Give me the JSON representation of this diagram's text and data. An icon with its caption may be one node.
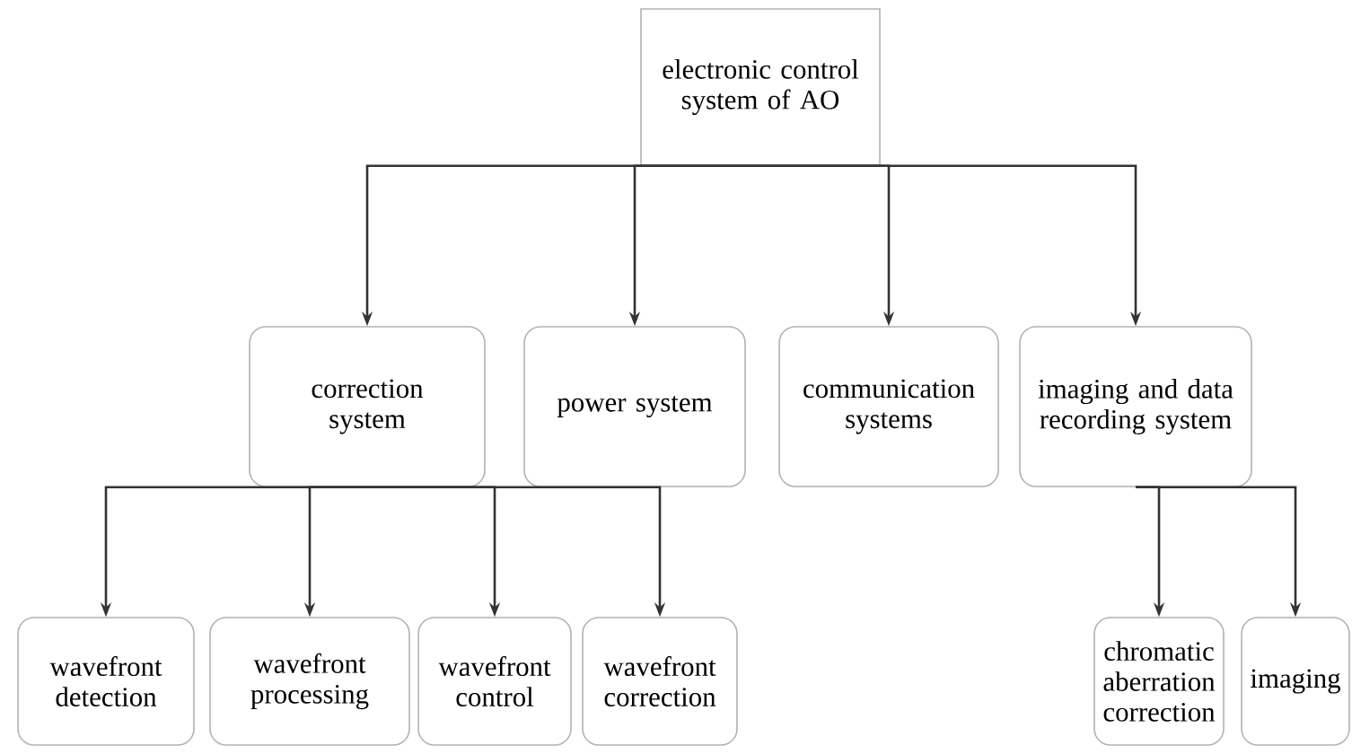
{
  "diagram": {
    "nodes": [
      {
        "text": [
          "electronic control system of AO"
        ]
      },
      {
        "text": [
          "correction system"
        ]
      },
      {
        "text": [
          "power system"
        ]
      },
      {
        "text": [
          "communication systems"
        ]
      },
      {
        "text": [
          "imaging and data recording system"
        ]
      },
      {
        "text": [
          "wavefront detection"
        ]
      },
      {
        "text": [
          "wavefront processing"
        ]
      },
      {
        "text": [
          "wavefront control"
        ]
      },
      {
        "text": [
          "wavefront correction"
        ]
      },
      {
        "text": [
          "chromatic aberration correction"
        ]
      },
      {
        "text": [
          "imaging"
        ]
      }
    ],
    "edges": [
      {
        "from": 0,
        "to": 1,
        "arrow": "to"
      },
      {
        "from": 0,
        "to": 2,
        "arrow": "to"
      },
      {
        "from": 0,
        "to": 3,
        "arrow": "to"
      },
      {
        "from": 0,
        "to": 4,
        "arrow": "to"
      },
      {
        "from": 1,
        "to": 5,
        "arrow": "to"
      },
      {
        "from": 1,
        "to": 6,
        "arrow": "to"
      },
      {
        "from": 1,
        "to": 7,
        "arrow": "to"
      },
      {
        "from": 1,
        "to": 8,
        "arrow": "to"
      },
      {
        "from": 4,
        "to": 9,
        "arrow": "to"
      },
      {
        "from": 4,
        "to": 10,
        "arrow": "to"
      }
    ]
  }
}
